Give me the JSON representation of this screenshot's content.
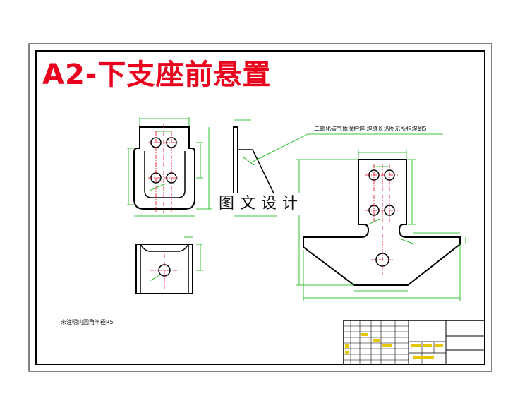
{
  "title": "A2-下支座前悬置",
  "watermark": "图文设计",
  "notes": {
    "weld": "二氧化碳气体保护焊  焊缝长沿图示所指焊到5",
    "fillet": "未注明内圆角半径R5"
  },
  "colors": {
    "border": "#000000",
    "title": "#e8001c",
    "outline": "#000000",
    "centerline": "#e8001c",
    "dimension": "#00b400"
  }
}
